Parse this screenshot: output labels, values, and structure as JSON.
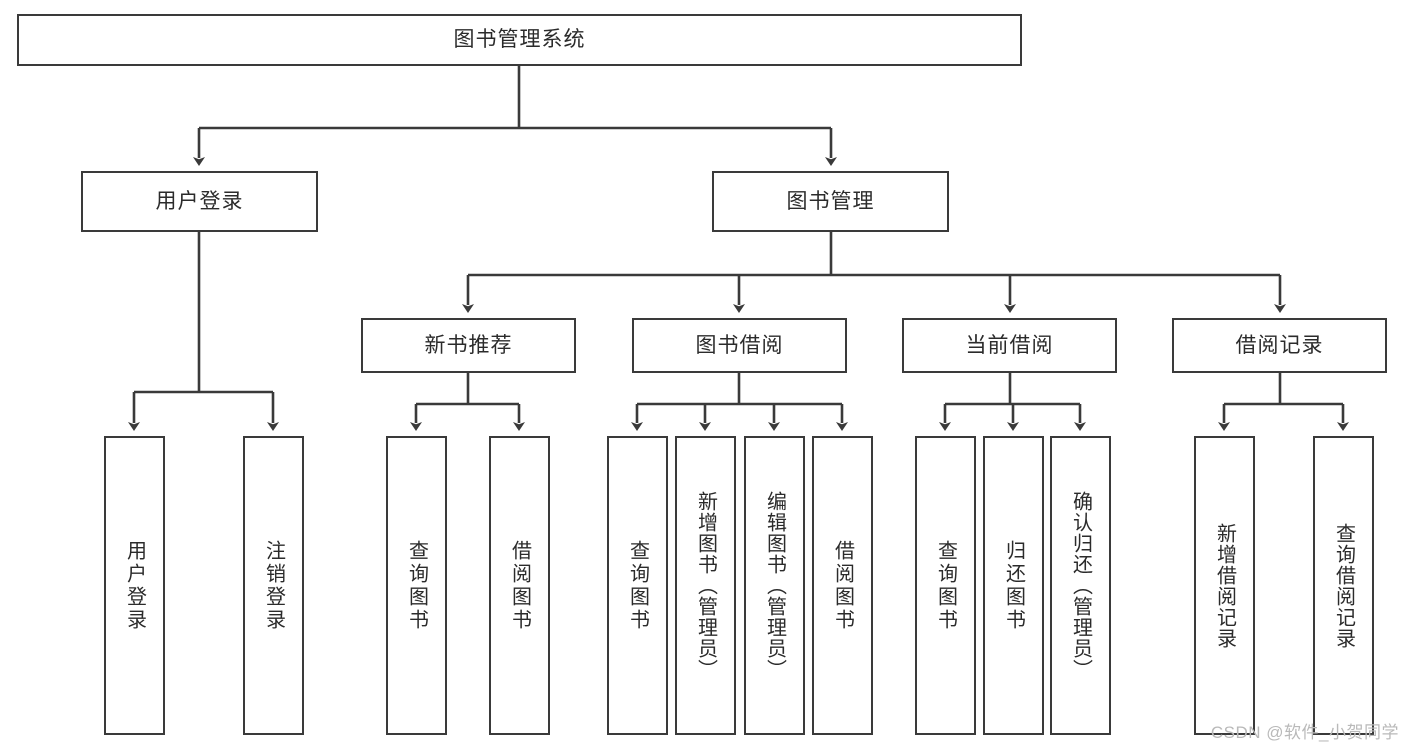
{
  "diagram": {
    "title": "图书管理系统",
    "type": "tree-hierarchy",
    "root": {
      "id": "root",
      "label": "图书管理系统"
    },
    "level2": [
      {
        "id": "user-login",
        "label": "用户登录"
      },
      {
        "id": "book-manage",
        "label": "图书管理"
      }
    ],
    "level3": [
      {
        "id": "new-book-rec",
        "label": "新书推荐"
      },
      {
        "id": "book-borrow",
        "label": "图书借阅"
      },
      {
        "id": "current-borrow",
        "label": "当前借阅"
      },
      {
        "id": "borrow-record",
        "label": "借阅记录"
      }
    ],
    "leaves": [
      {
        "id": "leaf-user-login",
        "label": "用户登录",
        "parent": "user-login"
      },
      {
        "id": "leaf-user-logout",
        "label": "注销登录",
        "parent": "user-login"
      },
      {
        "id": "leaf-query-book-1",
        "label": "查询图书",
        "parent": "new-book-rec"
      },
      {
        "id": "leaf-borrow-book-1",
        "label": "借阅图书",
        "parent": "new-book-rec"
      },
      {
        "id": "leaf-query-book-2",
        "label": "查询图书",
        "parent": "book-borrow"
      },
      {
        "id": "leaf-add-book",
        "label": "新增图书（管理员）",
        "parent": "book-borrow"
      },
      {
        "id": "leaf-edit-book",
        "label": "编辑图书（管理员）",
        "parent": "book-borrow"
      },
      {
        "id": "leaf-borrow-book-2",
        "label": "借阅图书",
        "parent": "book-borrow"
      },
      {
        "id": "leaf-query-book-3",
        "label": "查询图书",
        "parent": "current-borrow"
      },
      {
        "id": "leaf-return-book",
        "label": "归还图书",
        "parent": "current-borrow"
      },
      {
        "id": "leaf-confirm-return",
        "label": "确认归还（管理员）",
        "parent": "current-borrow"
      },
      {
        "id": "leaf-add-record",
        "label": "新增借阅记录",
        "parent": "borrow-record"
      },
      {
        "id": "leaf-query-record",
        "label": "查询借阅记录",
        "parent": "borrow-record"
      }
    ],
    "colors": {
      "border": "#3a3a3a",
      "text": "#2b2b2b",
      "background": "#ffffff",
      "watermark": "#b9b9b9"
    }
  },
  "watermark": {
    "text": "CSDN @软件_小贺同学"
  }
}
